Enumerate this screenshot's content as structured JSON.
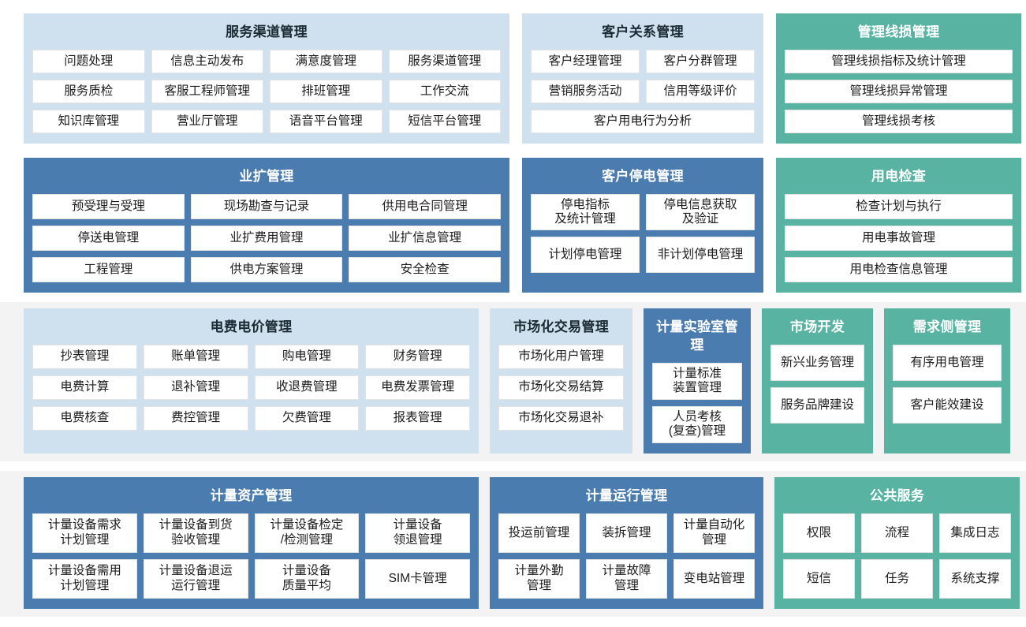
{
  "theme": {
    "blue_light": "#cfe0ef",
    "blue_dark": "#4a7cb0",
    "teal": "#58b3a3",
    "wrapper_gray": "#f3f3f4",
    "cell_bg": "#ffffff",
    "title_dark": "#1c2b33",
    "title_light": "#ffffff"
  },
  "rows": [
    {
      "id": "row-1",
      "wrapped": false,
      "panels": [
        {
          "id": "service-channel",
          "title": "服务渠道管理",
          "style": "blue-light",
          "items": [
            "问题处理",
            "信息主动发布",
            "满意度管理",
            "服务渠道管理",
            "服务质检",
            "客服工程师管理",
            "排班管理",
            "工作交流",
            "知识库管理",
            "营业厅管理",
            "语音平台管理",
            "短信平台管理"
          ]
        },
        {
          "id": "customer-relations",
          "title": "客户关系管理",
          "style": "blue-light",
          "items": [
            "客户经理管理",
            "客户分群管理",
            "营销服务活动",
            "信用等级评价",
            "客户用电行为分析"
          ]
        },
        {
          "id": "management-line-loss",
          "title": "管理线损管理",
          "style": "teal",
          "items": [
            "管理线损指标及统计管理",
            "管理线损异常管理",
            "管理线损考核"
          ]
        }
      ]
    },
    {
      "id": "row-2",
      "wrapped": false,
      "panels": [
        {
          "id": "business-expansion",
          "title": "业扩管理",
          "style": "blue-dark",
          "items": [
            "预受理与受理",
            "现场勘查与记录",
            "供用电合同管理",
            "停送电管理",
            "业扩费用管理",
            "业扩信息管理",
            "工程管理",
            "供电方案管理",
            "安全检查"
          ]
        },
        {
          "id": "customer-outage",
          "title": "客户停电管理",
          "style": "blue-dark",
          "items": [
            "停电指标\n及统计管理",
            "停电信息获取\n及验证",
            "计划停电管理",
            "非计划停电管理"
          ]
        },
        {
          "id": "power-inspection",
          "title": "用电检查",
          "style": "teal",
          "items": [
            "检查计划与执行",
            "用电事故管理",
            "用电检查信息管理"
          ]
        }
      ]
    },
    {
      "id": "row-3",
      "wrapped": true,
      "panels": [
        {
          "id": "tariff-price",
          "title": "电费电价管理",
          "style": "blue-light",
          "items": [
            "抄表管理",
            "账单管理",
            "购电管理",
            "财务管理",
            "电费计算",
            "退补管理",
            "收退费管理",
            "电费发票管理",
            "电费核查",
            "费控管理",
            "欠费管理",
            "报表管理"
          ]
        },
        {
          "id": "market-trading",
          "title": "市场化交易管理",
          "style": "blue-light",
          "items": [
            "市场化用户管理",
            "市场化交易结算",
            "市场化交易退补"
          ]
        },
        {
          "id": "metering-lab",
          "title": "计量实验室管理",
          "style": "blue-dark",
          "items": [
            "计量标准\n装置管理",
            "人员考核\n(复查)管理"
          ]
        },
        {
          "id": "market-development",
          "title": "市场开发",
          "style": "teal",
          "items": [
            "新兴业务管理",
            "服务品牌建设"
          ]
        },
        {
          "id": "demand-side",
          "title": "需求侧管理",
          "style": "teal",
          "items": [
            "有序用电管理",
            "客户能效建设"
          ]
        }
      ]
    },
    {
      "id": "row-4",
      "wrapped": true,
      "panels": [
        {
          "id": "metering-asset",
          "title": "计量资产管理",
          "style": "blue-dark",
          "items": [
            "计量设备需求\n计划管理",
            "计量设备到货\n验收管理",
            "计量设备检定\n/检测管理",
            "计量设备\n领退管理",
            "计量设备需用\n计划管理",
            "计量设备退运\n运行管理",
            "计量设备\n质量平均",
            "SIM卡管理"
          ]
        },
        {
          "id": "metering-operation",
          "title": "计量运行管理",
          "style": "blue-dark",
          "items": [
            "投运前管理",
            "装拆管理",
            "计量自动化\n管理",
            "计量外勤\n管理",
            "计量故障\n管理",
            "变电站管理"
          ]
        },
        {
          "id": "public-service",
          "title": "公共服务",
          "style": "teal",
          "items": [
            "权限",
            "流程",
            "集成日志",
            "短信",
            "任务",
            "系统支撑"
          ]
        }
      ]
    }
  ]
}
